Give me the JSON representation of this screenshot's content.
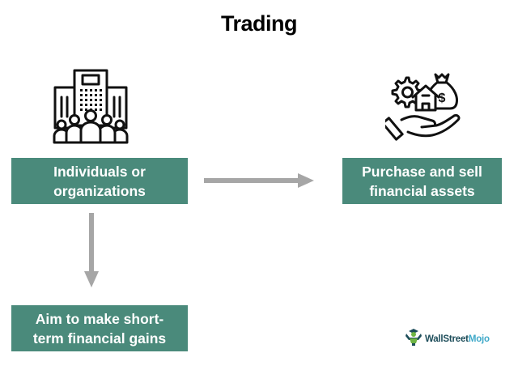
{
  "title": "Trading",
  "icons": {
    "left": "office-building-people-icon",
    "right": "hand-holding-gear-house-money-bag-icon"
  },
  "boxes": {
    "individuals": {
      "line1": "Individuals or",
      "line2": "organizations"
    },
    "purchase": {
      "line1": "Purchase and sell",
      "line2": "financial assets"
    },
    "aim": {
      "line1": "Aim to make short-",
      "line2": "term financial gains"
    }
  },
  "arrows": {
    "horizontal": "individuals-to-purchase",
    "vertical": "individuals-to-aim"
  },
  "colors": {
    "box_fill": "#4a8a7b",
    "box_text": "#ffffff",
    "arrow": "#a6a6a6",
    "title": "#000000",
    "logo_dark": "#1d4d5a",
    "logo_accent": "#3fa9c9"
  },
  "logo": {
    "part1": "WallStreet",
    "part2": "Mojo"
  }
}
